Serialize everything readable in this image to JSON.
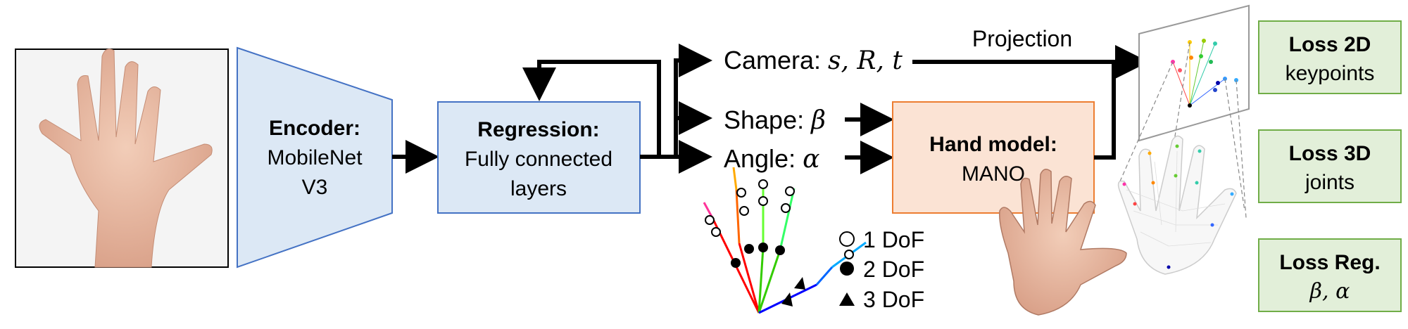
{
  "encoder": {
    "title": "Encoder:",
    "line1": "MobileNet",
    "line2": "V3"
  },
  "regression": {
    "title": "Regression:",
    "line1": "Fully connected",
    "line2": "layers"
  },
  "outputs": {
    "camera_label": "Camera: ",
    "camera_symbols": "s, R, t",
    "shape_label": "Shape: ",
    "shape_symbol": "β",
    "angle_label": "Angle: ",
    "angle_symbol": "α"
  },
  "projection_label": "Projection",
  "hand_model": {
    "title": "Hand model:",
    "subtitle": "MANO"
  },
  "legend": {
    "dof1": "1 DoF",
    "dof2": "2 DoF",
    "dof3": "3 DoF"
  },
  "losses": {
    "loss2d": {
      "title": "Loss 2D",
      "subtitle": "keypoints"
    },
    "loss3d": {
      "title": "Loss 3D",
      "subtitle": "joints"
    },
    "lossreg": {
      "title": "Loss Reg.",
      "subtitle": "β, α"
    }
  },
  "colors": {
    "blue_box_fill": "#dce8f5",
    "blue_box_stroke": "#4472c4",
    "orange_box_fill": "#fbe3d4",
    "orange_box_stroke": "#ed7d31",
    "green_box_fill": "#e2efd9",
    "green_box_stroke": "#70ad47",
    "skin": "#e8b8a0"
  }
}
